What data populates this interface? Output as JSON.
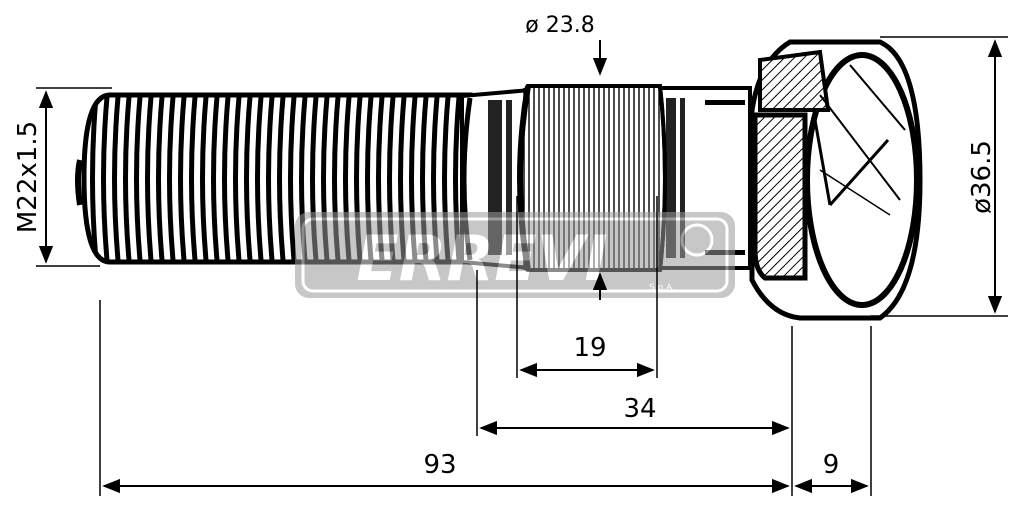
{
  "dimensions": {
    "thread": "M22x1.5",
    "knurl_diameter": "ø 23.8",
    "head_diameter": "ø36.5",
    "knurl_length": "19",
    "shoulder_length": "34",
    "total_length": "93",
    "head_height": "9"
  },
  "watermark": {
    "brand": "ERREVI",
    "suffix": "S.p.A."
  }
}
